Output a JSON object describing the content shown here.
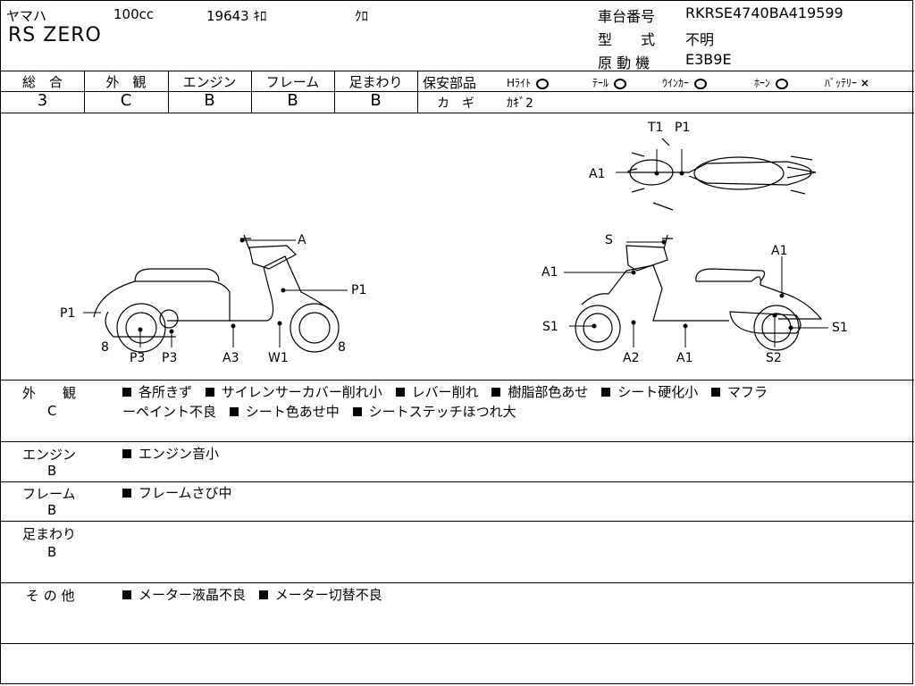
{
  "header": {
    "maker": "ヤマハ",
    "displacement": "100cc",
    "mileage": "19643 ｷﾛ",
    "color": "ｸﾛ",
    "model_name": "RS ZERO",
    "frame_no_label": "車台番号",
    "frame_no": "RKRSE4740BA419599",
    "type_label": "型　　式",
    "type_value": "不明",
    "engine_label": "原 動 機",
    "engine_value": "E3B9E"
  },
  "grades": [
    {
      "label": "総　合",
      "value": "3"
    },
    {
      "label": "外　観",
      "value": "C"
    },
    {
      "label": "エンジン",
      "value": "B"
    },
    {
      "label": "フレーム",
      "value": "B"
    },
    {
      "label": "足まわり",
      "value": "B"
    }
  ],
  "safety": {
    "label": "保安部品",
    "items": [
      {
        "name": "Hﾗｲﾄ",
        "status": "ring"
      },
      {
        "name": "ﾃｰﾙ",
        "status": "ring"
      },
      {
        "name": "ｳｲﾝｶｰ",
        "status": "ring"
      },
      {
        "name": "ﾎｰﾝ",
        "status": "ring"
      },
      {
        "name": "ﾊﾞｯﾃﾘｰ",
        "status": "×"
      }
    ],
    "key_label": "カ　ギ",
    "key_value": "ｶｷﾞ2"
  },
  "diagram": {
    "left_labels": [
      "A",
      "P1",
      "P1",
      "8",
      "P3",
      "P3",
      "A3",
      "W1",
      "8"
    ],
    "top_labels": [
      "T1",
      "P1",
      "A1"
    ],
    "right_labels": [
      "S",
      "A1",
      "A1",
      "S1",
      "A2",
      "A1",
      "S2",
      "S1"
    ]
  },
  "sections": [
    {
      "label": "外　　観",
      "grade": "C",
      "line1": [
        "各所きず",
        "サイレンサーカバー削れ小",
        "レバー削れ",
        "樹脂部色あせ",
        "シート硬化小",
        "マフラ"
      ],
      "line2": [
        "ーペイント不良",
        "シート色あせ中",
        "シートステッチほつれ大"
      ]
    },
    {
      "label": "エンジン",
      "grade": "B",
      "line1": [
        "エンジン音小"
      ],
      "line2": []
    },
    {
      "label": "フレーム",
      "grade": "B",
      "line1": [
        "フレームさび中"
      ],
      "line2": []
    },
    {
      "label": "足まわり",
      "grade": "B",
      "line1": [],
      "line2": []
    },
    {
      "label": "そ の 他",
      "grade": "",
      "line1": [
        "メーター液晶不良",
        "メーター切替不良"
      ],
      "line2": []
    }
  ]
}
